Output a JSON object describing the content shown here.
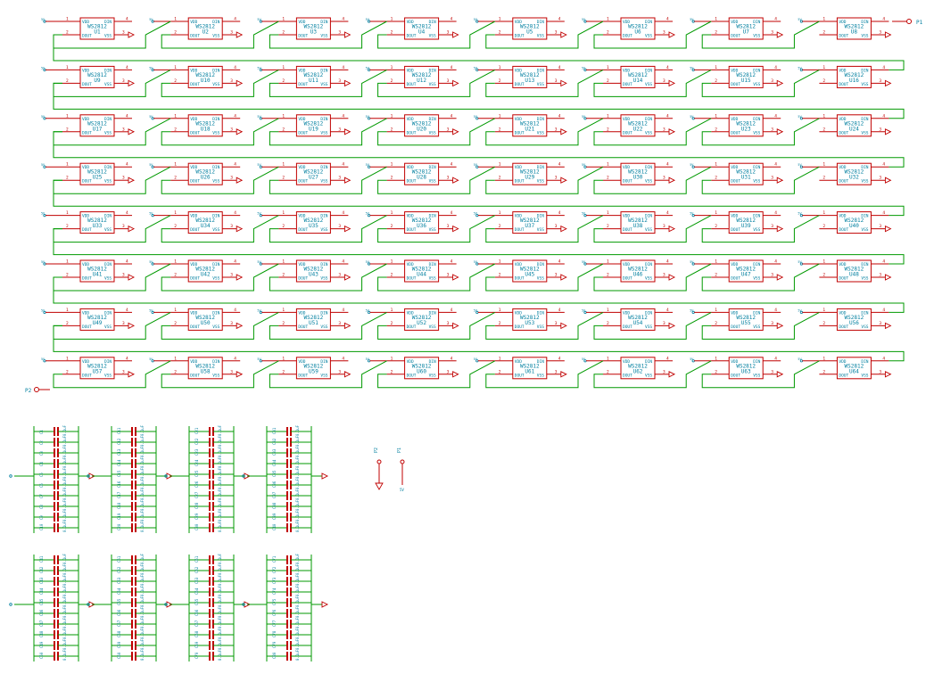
{
  "chip": {
    "type": "WS2812",
    "pin_vdd": "VDD",
    "pin_din": "DIN",
    "pin_dout": "DOUT",
    "pin_vss": "VSS",
    "pin_num_vdd": "1",
    "pin_num_din": "4",
    "pin_num_dout": "2",
    "pin_num_vss": "3",
    "designators": [
      "U1",
      "U2",
      "U3",
      "U4",
      "U5",
      "U6",
      "U7",
      "U8",
      "U9",
      "U10",
      "U11",
      "U12",
      "U13",
      "U14",
      "U15",
      "U16",
      "U17",
      "U18",
      "U19",
      "U20",
      "U21",
      "U22",
      "U23",
      "U24",
      "U25",
      "U26",
      "U27",
      "U28",
      "U29",
      "U30",
      "U31",
      "U32",
      "U33",
      "U34",
      "U35",
      "U36",
      "U37",
      "U38",
      "U39",
      "U40",
      "U41",
      "U42",
      "U43",
      "U44",
      "U45",
      "U46",
      "U47",
      "U48",
      "U49",
      "U50",
      "U51",
      "U52",
      "U53",
      "U54",
      "U55",
      "U56",
      "U57",
      "U58",
      "U59",
      "U60",
      "U61",
      "U62",
      "U63",
      "U64"
    ]
  },
  "grid": {
    "rows": 8,
    "cols": 8
  },
  "ports": {
    "p1": "P1",
    "p2": "P2",
    "vdd_short": "5V"
  },
  "caps": {
    "value": "0.1uF",
    "banks": [
      [
        "C1",
        "C2",
        "C3",
        "C4",
        "C5",
        "C6",
        "C7",
        "C8",
        "C9",
        "C10"
      ],
      [
        "C11",
        "C12",
        "C13",
        "C14",
        "C15",
        "C16",
        "C17",
        "C18",
        "C19",
        "C20"
      ],
      [
        "C21",
        "C22",
        "C23",
        "C24",
        "C25",
        "C26",
        "C27",
        "C28",
        "C29",
        "C30"
      ],
      [
        "C31",
        "C32",
        "C33",
        "C34",
        "C35",
        "C36",
        "C37",
        "C38",
        "C39",
        "C40"
      ],
      [
        "C41",
        "C42",
        "C43",
        "C44",
        "C45",
        "C46",
        "C47",
        "C48",
        "C49",
        "C50"
      ],
      [
        "C51",
        "C52",
        "C53",
        "C54",
        "C55",
        "C56",
        "C57",
        "C58",
        "C59",
        "C60"
      ],
      [
        "C61",
        "C62",
        "C63",
        "C64",
        "C65",
        "C66",
        "C67",
        "C68",
        "C69",
        "C70"
      ],
      [
        "C71",
        "C72",
        "C73",
        "C74",
        "C75",
        "C76",
        "C77",
        "C78",
        "C79",
        "C80"
      ]
    ]
  },
  "power_flags": [
    "P2",
    "P1"
  ],
  "colors": {
    "component": "#c00000",
    "wire": "#009900",
    "text": "#007f9f",
    "background": "#ffffff"
  }
}
